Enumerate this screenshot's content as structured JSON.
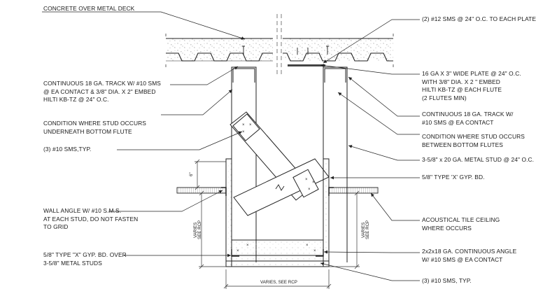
{
  "notes": {
    "concrete_deck": "CONCRETE OVER METAL DECK",
    "track_left": "CONTINUOUS 18 GA. TRACK W/ #10 SMS\n@ EA CONTACT & 3/8\" DIA. X 2\" EMBED\nHILTI KB-TZ @ 24\" O.C.",
    "stud_under_flute": "CONDITION WHERE STUD OCCURS\nUNDERNEATH BOTTOM FLUTE",
    "sms_left": "(3) #10 SMS,TYP.",
    "wall_angle": "WALL ANGLE W/ #10 S.M.S.\nAT EACH STUD, DO NOT FASTEN\nTO GRID",
    "gyp_over_studs": "5/8\" TYPE \"X\" GYP. BD. OVER\n3-5/8\" METAL STUDS",
    "sms_plate": "(2) #12 SMS @ 24\" O.C. TO EACH PLATE",
    "wide_plate": "16 GA X 3\" WIDE PLATE @ 24\" O.C.\nWITH 3/8\" DIA. X 2 \" EMBED\nHILTI KB-TZ @ EACH FLUTE\n(2 FLUTES MIN)",
    "track_right": "CONTINUOUS 18 GA. TRACK W/\n#10 SMS @ EA CONTACT",
    "stud_between_flutes": "CONDITION WHERE STUD OCCURS\nBETWEEN BOTTOM FLUTES",
    "metal_stud": "3-5/8\" x 20 GA. METAL STUD @ 24\" O.C.",
    "gyp_bd": "5/8\" TYPE 'X' GYP. BD.",
    "ceiling": "ACOUSTICAL TILE CEILING\nWHERE OCCURS",
    "cont_angle": "2x2x18 GA. CONTINUOUS ANGLE\nW/ #10 SMS @ EA CONTACT",
    "sms_right": "(3) #10 SMS, TYP."
  },
  "dims": {
    "six_inch": "6\"",
    "varies_rcp_left_1": "VARIES",
    "varies_rcp_left_2": "SEE RCP",
    "varies_rcp_right_1": "VARIES",
    "varies_rcp_right_2": "SEE RCP",
    "varies_bottom": "VARIES, SEE RCP"
  }
}
